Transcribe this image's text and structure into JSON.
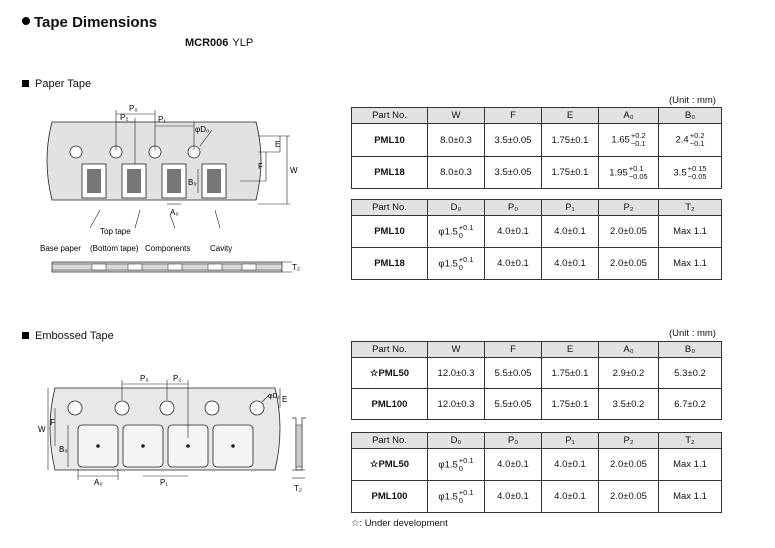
{
  "page": {
    "title": "Tape Dimensions",
    "model_code": "MCR006",
    "model_suffix": "YLP"
  },
  "paper": {
    "section_label": "Paper Tape",
    "unit": "(Unit : mm)",
    "diagram_labels": {
      "p0": "P₀",
      "p2": "P₂",
      "p1": "P₁",
      "d0": "φD₀",
      "e": "E",
      "f": "F",
      "w": "W",
      "b0": "B₀",
      "a0": "A₀",
      "t2": "T₂",
      "top_tape": "Top tape",
      "base_paper": "Base paper",
      "bottom_tape": "(Bottom tape)",
      "components": "Components",
      "cavity": "Cavity"
    },
    "table1": {
      "headers": [
        "Part No.",
        "W",
        "F",
        "E",
        "A₀",
        "B₀"
      ],
      "rows": [
        {
          "part": "PML10",
          "w": "8.0±0.3",
          "f": "3.5±0.05",
          "e": "1.75±0.1",
          "a0": {
            "base": "1.65",
            "up": "+0.2",
            "down": "−0.1"
          },
          "b0": {
            "base": "2.4",
            "up": "+0.2",
            "down": "−0.1"
          }
        },
        {
          "part": "PML18",
          "w": "8.0±0.3",
          "f": "3.5±0.05",
          "e": "1.75±0.1",
          "a0": {
            "base": "1.95",
            "up": "+0.1",
            "down": "−0.05"
          },
          "b0": {
            "base": "3.5",
            "up": "+0.15",
            "down": "−0.05"
          }
        }
      ]
    },
    "table2": {
      "headers": [
        "Part No.",
        "D₀",
        "P₀",
        "P₁",
        "P₂",
        "T₂"
      ],
      "rows": [
        {
          "part": "PML10",
          "d0": {
            "base": "φ1.5",
            "up": "+0.1",
            "down": "0"
          },
          "p0": "4.0±0.1",
          "p1": "4.0±0.1",
          "p2": "2.0±0.05",
          "t2": "Max 1.1"
        },
        {
          "part": "PML18",
          "d0": {
            "base": "φ1.5",
            "up": "+0.1",
            "down": "0"
          },
          "p0": "4.0±0.1",
          "p1": "4.0±0.1",
          "p2": "2.0±0.05",
          "t2": "Max 1.1"
        }
      ]
    }
  },
  "embossed": {
    "section_label": "Embossed Tape",
    "unit": "(Unit : mm)",
    "diagram_labels": {
      "p0": "P₀",
      "p2": "P₂",
      "p1": "P₁",
      "d0": "φD₀",
      "e": "E",
      "f": "F",
      "w": "W",
      "b0": "B₀",
      "a0": "A₀",
      "t2": "T₂"
    },
    "table1": {
      "headers": [
        "Part No.",
        "W",
        "F",
        "E",
        "A₀",
        "B₀"
      ],
      "rows": [
        {
          "part": "☆PML50",
          "w": "12.0±0.3",
          "f": "5.5±0.05",
          "e": "1.75±0.1",
          "a0": "2.9±0.2",
          "b0": "5.3±0.2"
        },
        {
          "part": "PML100",
          "w": "12.0±0.3",
          "f": "5.5±0.05",
          "e": "1.75±0.1",
          "a0": "3.5±0.2",
          "b0": "6.7±0.2"
        }
      ]
    },
    "table2": {
      "headers": [
        "Part No.",
        "D₀",
        "P₀",
        "P₁",
        "P₂",
        "T₂"
      ],
      "rows": [
        {
          "part": "☆PML50",
          "d0": {
            "base": "φ1.5",
            "up": "+0.1",
            "down": "0"
          },
          "p0": "4.0±0.1",
          "p1": "4.0±0.1",
          "p2": "2.0±0.05",
          "t2": "Max 1.1"
        },
        {
          "part": "PML100",
          "d0": {
            "base": "φ1.5",
            "up": "+0.1",
            "down": "0"
          },
          "p0": "4.0±0.1",
          "p1": "4.0±0.1",
          "p2": "2.0±0.05",
          "t2": "Max 1.1"
        }
      ]
    },
    "note": "☆: Under development"
  }
}
